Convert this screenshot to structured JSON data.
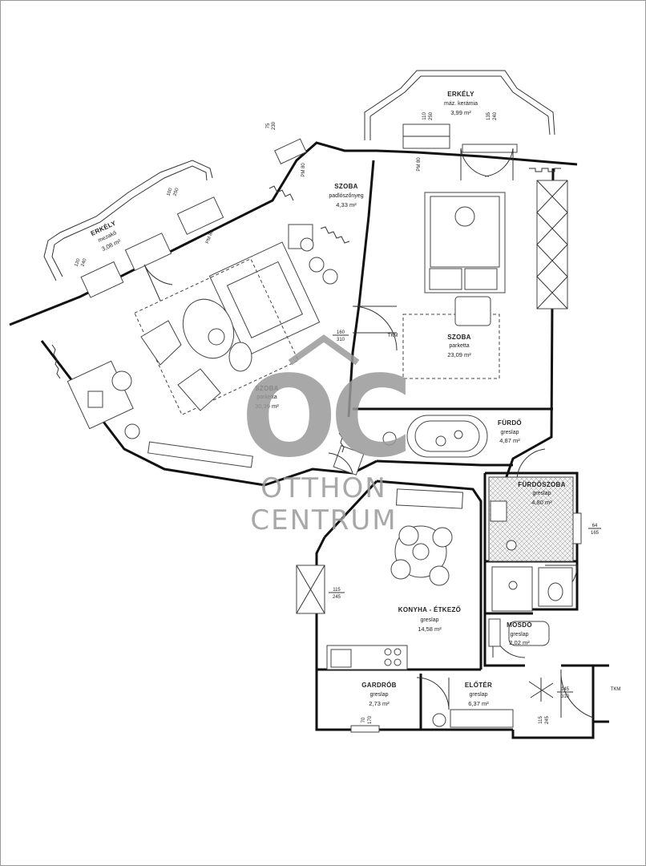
{
  "rooms": {
    "erkely_top": {
      "name": "ERKÉLY",
      "material": "máz. kerámia",
      "area": "3,99 m²"
    },
    "erkely_left": {
      "name": "ERKÉLY",
      "material": "mezakő",
      "area": "3,08 m²"
    },
    "szoba_small": {
      "name": "SZOBA",
      "material": "padlószőnyeg",
      "area": "4,33 m²"
    },
    "szoba_bed": {
      "name": "SZOBA",
      "material": "parketta",
      "area": "23,09 m²"
    },
    "szoba_living": {
      "name": "SZOBA",
      "material": "parketta",
      "area": "30,39 m²"
    },
    "furdo": {
      "name": "FÜRDŐ",
      "material": "greslap",
      "area": "4,87 m²"
    },
    "furdoszoba": {
      "name": "FÜRDŐSZOBA",
      "material": "greslap",
      "area": "4,80 m²"
    },
    "konyha": {
      "name": "KONYHA - ÉTKEZŐ",
      "material": "greslap",
      "area": "14,58 m²"
    },
    "mosdo": {
      "name": "MOSDÓ",
      "material": "greslap",
      "area": "2,02 m²"
    },
    "gardrob": {
      "name": "GARDRÓB",
      "material": "greslap",
      "area": "2,73 m²"
    },
    "eloter": {
      "name": "ELŐTÉR",
      "material": "greslap",
      "area": "6,37 m²"
    }
  },
  "dimensions": {
    "d_110": "110",
    "d_250a": "250",
    "d_135": "135",
    "d_240": "240",
    "d_75": "75",
    "d_230": "230",
    "d_pm80a": "PM 80",
    "d_160": "160",
    "d_310a": "310",
    "tkm_a": "TKM",
    "d_64": "64",
    "d_165": "165",
    "d_115a": "115",
    "d_245a": "245",
    "d_145": "145",
    "d_310b": "310",
    "tkm_b": "TKM",
    "d_115b": "115",
    "d_245b": "245",
    "d_70": "70",
    "d_170": "170",
    "d_100": "100",
    "d_250b": "250",
    "d_pm80b": "PM 80",
    "d_120": "120",
    "d_240b": "240",
    "d_pm80c": "PM 80"
  },
  "watermark": {
    "logo_letters": "OC",
    "line1": "OTTHON",
    "line2": "CENTRUM"
  },
  "colors": {
    "wall": "#111111",
    "watermark": "#9a9a9a",
    "background": "#ffffff"
  }
}
